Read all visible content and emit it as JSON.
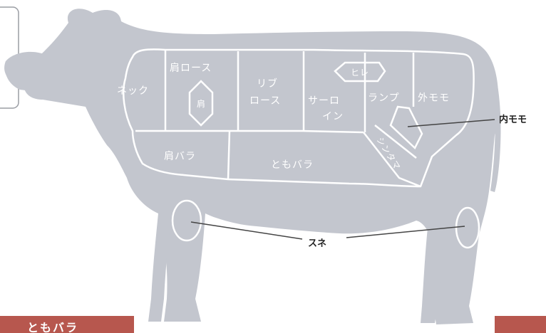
{
  "colors": {
    "cow_body": "#c3c6ce",
    "cut_lines": "#ffffff",
    "cut_text": "#ffffff",
    "callout_text": "#222222",
    "tab_background": "#b7574e"
  },
  "cuts": {
    "neck": "ネック",
    "shoulder_loin": "肩ロース",
    "shoulder_inner": "肩",
    "rib_loin_line1": "リブ",
    "rib_loin_line2": "ロース",
    "sirloin_line1": "サーロ",
    "sirloin_line2": "イン",
    "fillet": "ヒレ",
    "rump": "ランプ",
    "outside_round": "外モモ",
    "shoulder_belly": "肩バラ",
    "flank_belly": "ともバラ",
    "knuckle": "シンタマ"
  },
  "callouts": {
    "inside_round": "内モモ",
    "shank": "スネ"
  },
  "bottom_tab": {
    "label": "ともバラ"
  }
}
